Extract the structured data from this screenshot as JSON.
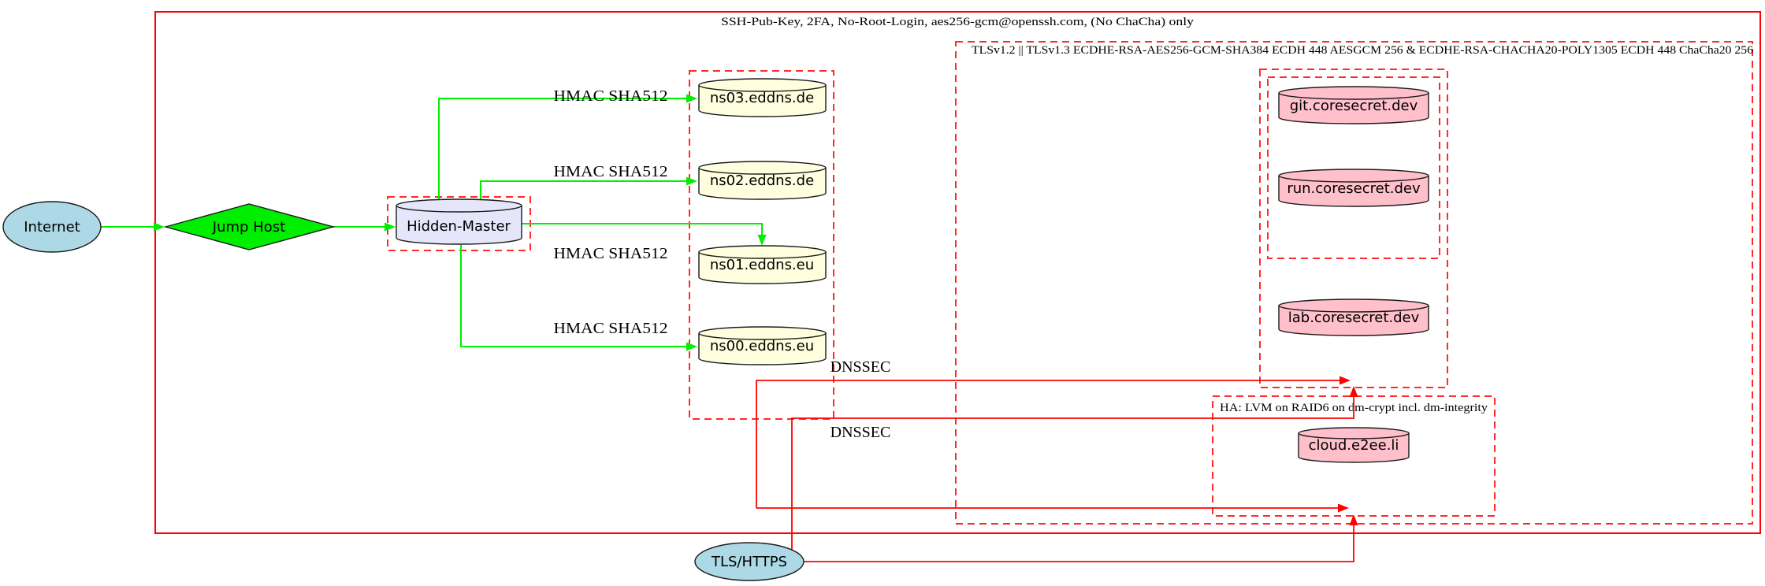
{
  "diagram_title": "Hardened DNS / hosting infrastructure diagram",
  "clusters": {
    "ssh": {
      "label": "SSH-Pub-Key, 2FA, No-Root-Login, aes256-gcm@openssh.com, (No ChaCha) only"
    },
    "tls": {
      "label": "TLSv1.2 || TLSv1.3 ECDHE-RSA-AES256-GCM-SHA384 ECDH 448 AESGCM 256 & ECDHE-RSA-CHACHA20-POLY1305 ECDH 448 ChaCha20 256"
    },
    "ha": {
      "label": "HA: LVM on RAID6 on dm-crypt incl. dm-integrity"
    }
  },
  "nodes": {
    "internet": {
      "label": "Internet",
      "fill": "#add8e6",
      "shape": "ellipse"
    },
    "jump_host": {
      "label": "Jump Host",
      "fill": "#00ee00",
      "shape": "diamond"
    },
    "hidden_master": {
      "label": "Hidden-Master",
      "fill": "#e6e6fa",
      "shape": "cylinder"
    },
    "ns03": {
      "label": "ns03.eddns.de",
      "fill": "#ffffe0",
      "shape": "cylinder"
    },
    "ns02": {
      "label": "ns02.eddns.de",
      "fill": "#ffffe0",
      "shape": "cylinder"
    },
    "ns01": {
      "label": "ns01.eddns.eu",
      "fill": "#ffffe0",
      "shape": "cylinder"
    },
    "ns00": {
      "label": "ns00.eddns.eu",
      "fill": "#ffffe0",
      "shape": "cylinder"
    },
    "git": {
      "label": "git.coresecret.dev",
      "fill": "#ffc0cb",
      "shape": "cylinder"
    },
    "run": {
      "label": "run.coresecret.dev",
      "fill": "#ffc0cb",
      "shape": "cylinder"
    },
    "lab": {
      "label": "lab.coresecret.dev",
      "fill": "#ffc0cb",
      "shape": "cylinder"
    },
    "cloud": {
      "label": "cloud.e2ee.li",
      "fill": "#ffc0cb",
      "shape": "cylinder"
    },
    "tls_https": {
      "label": "TLS/HTTPS",
      "fill": "#add8e6",
      "shape": "ellipse"
    }
  },
  "edge_labels": {
    "hmac_ns03": "HMAC SHA512",
    "hmac_ns02": "HMAC SHA512",
    "hmac_ns01": "HMAC SHA512",
    "hmac_ns00": "HMAC SHA512",
    "dnssec_upper": "DNSSEC",
    "dnssec_lower": "DNSSEC"
  },
  "colors": {
    "edge_green": "#00ee00",
    "edge_red": "#ff0000",
    "cluster_red": "#ff2a2a",
    "node_blue": "#add8e6",
    "node_green": "#00ee00",
    "node_lavender": "#e6e6fa",
    "node_yellow": "#ffffe0",
    "node_pink": "#ffc0cb",
    "background": "#ffffff"
  }
}
